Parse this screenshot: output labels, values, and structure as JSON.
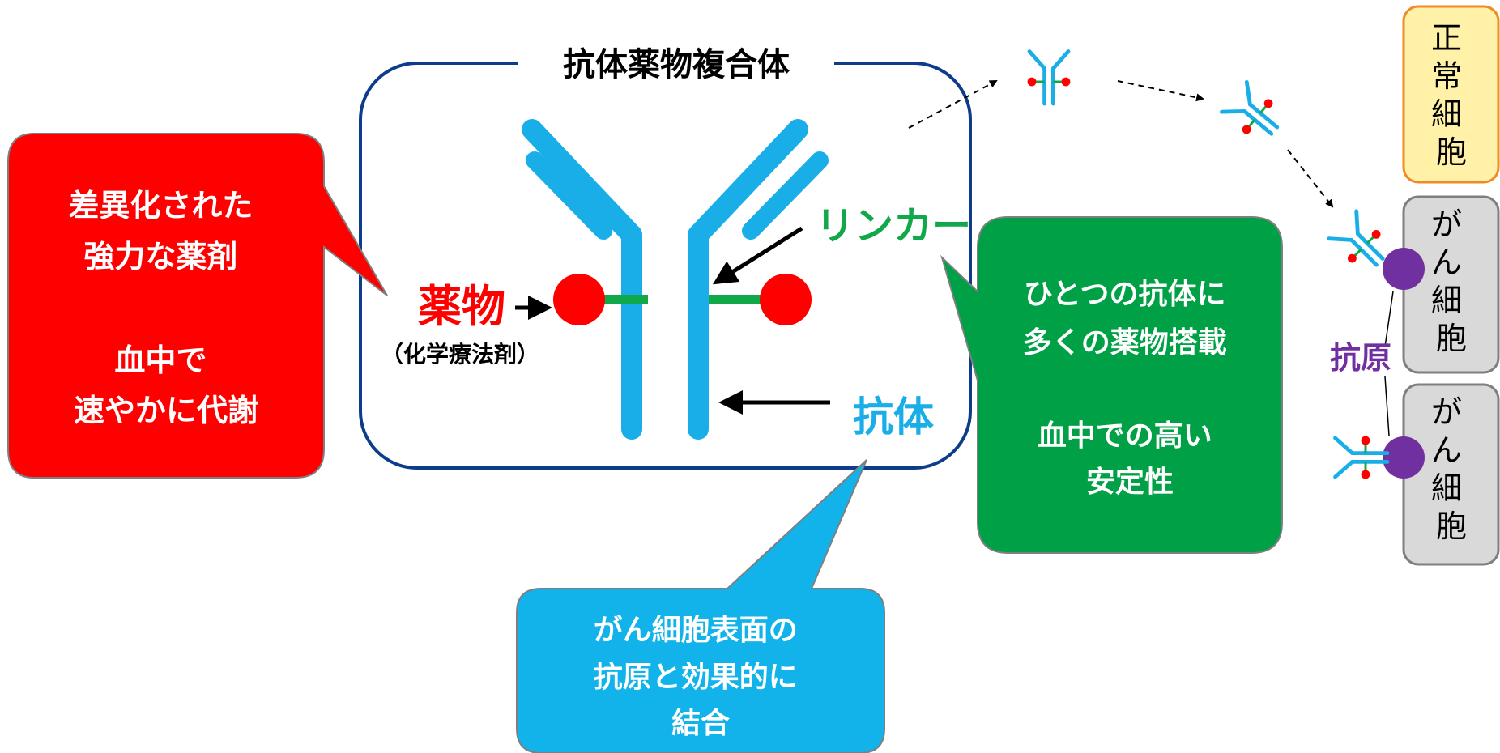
{
  "title": "抗体薬物複合体",
  "labels": {
    "drug": "薬物",
    "drug_sub": "（化学療法剤）",
    "linker": "リンカー",
    "antibody": "抗体",
    "antigen": "抗原"
  },
  "callouts": {
    "red": [
      "差異化された",
      "強力な薬剤",
      "",
      "血中で",
      "速やかに代謝"
    ],
    "green": [
      "ひとつの抗体に",
      "多くの薬物搭載",
      "",
      "血中での高い",
      "安定性"
    ],
    "blue": [
      "がん細胞表面の",
      "抗原と効果的に",
      "結合"
    ]
  },
  "cells": {
    "normal": [
      "正",
      "常",
      "細",
      "胞"
    ],
    "cancer1": [
      "が",
      "ん",
      "細",
      "胞"
    ],
    "cancer2": [
      "が",
      "ん",
      "細",
      "胞"
    ]
  },
  "colors": {
    "antibody": "#19aee8",
    "drug": "#ff0000",
    "linker": "#11a84a",
    "frame": "#0d3c8a",
    "red_callout": "#ff0000",
    "green_callout": "#00a046",
    "blue_callout": "#12b3ea",
    "normal_cell_fill": "#fff2a8",
    "normal_cell_border": "#f08a24",
    "cancer_cell_fill": "#d9d9d9",
    "antigen": "#7030a0"
  }
}
